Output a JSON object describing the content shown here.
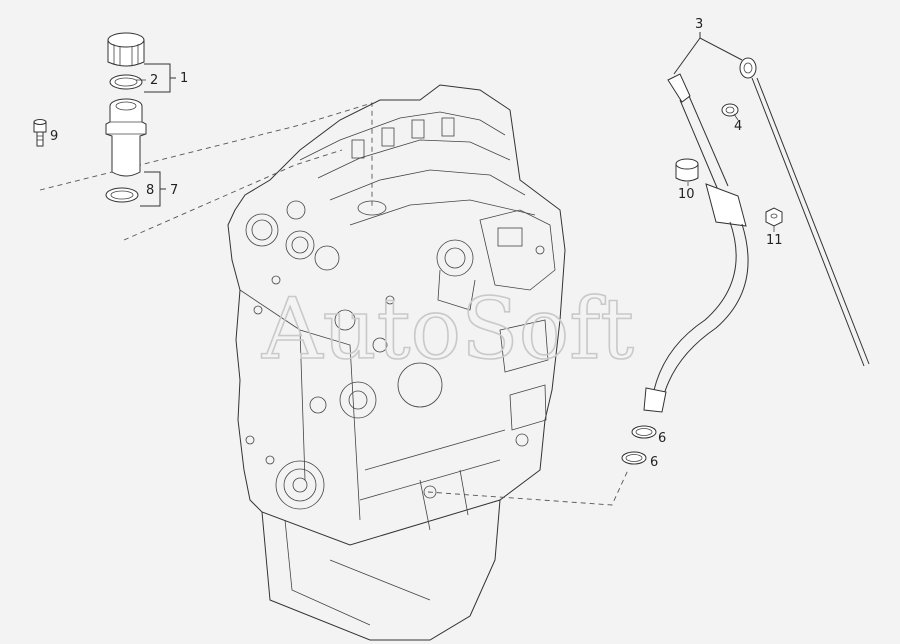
{
  "watermark": {
    "text": "AutoSoft"
  },
  "callouts": {
    "c1": "1",
    "c2": "2",
    "c3": "3",
    "c4": "4",
    "c6a": "6",
    "c6b": "6",
    "c7": "7",
    "c8": "8",
    "c9": "9",
    "c10": "10",
    "c11": "11"
  }
}
